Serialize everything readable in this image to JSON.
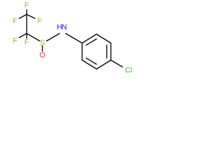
{
  "colors": {
    "bond": "#000000",
    "fluorine": "#a6ad2d",
    "nitrogen": "#1f1fff",
    "sulfur": "#b1b000",
    "oxygen": "#ff1f1f",
    "chlorine": "#34b62d"
  },
  "molecule": {
    "atoms": {
      "f1": "F",
      "f2": "F",
      "f3": "F",
      "f4": "F",
      "f5": "F",
      "n": "N",
      "h": "H",
      "s": "S",
      "o": "O",
      "cl": "Cl"
    }
  }
}
